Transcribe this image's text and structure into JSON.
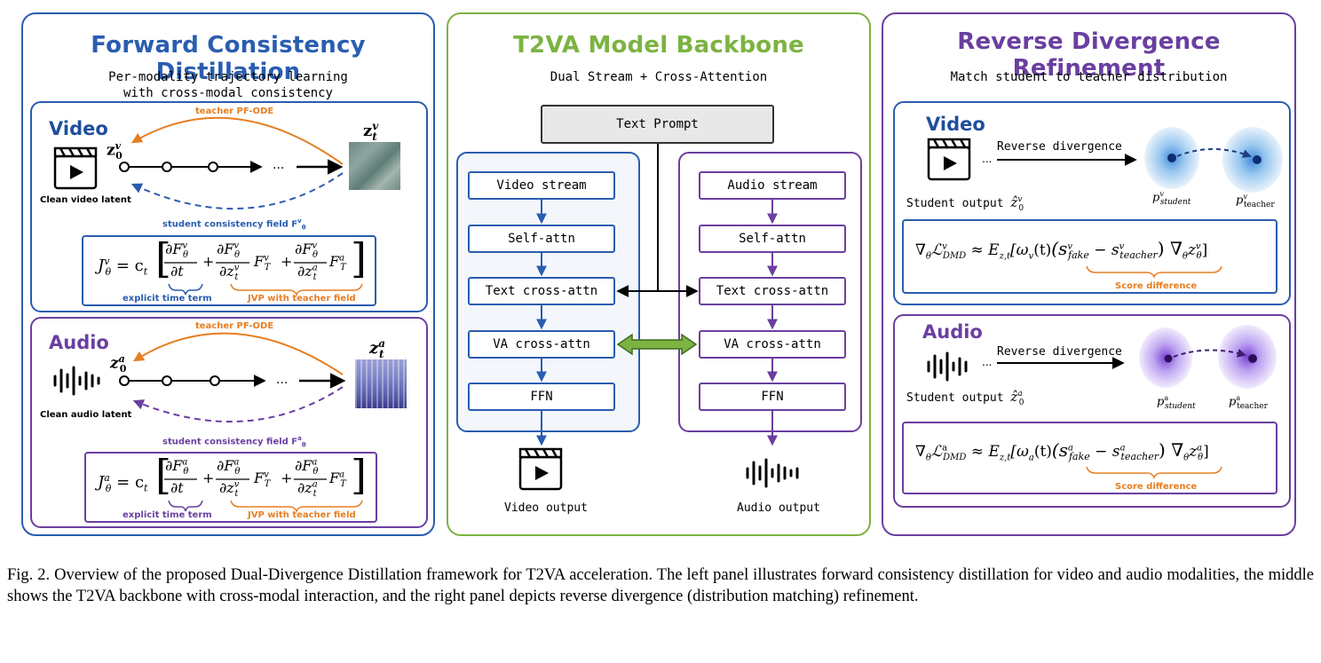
{
  "colors": {
    "blue": "#2a5db0",
    "green": "#7cb342",
    "purple": "#6a3fa0",
    "orange": "#e67e22",
    "dark_blue": "#1f4e9e",
    "arrow_green": "#5b9a2e"
  },
  "left": {
    "title": "Forward Consistency Distillation",
    "subtitle_1": "Per-modality trajectory learning",
    "subtitle_2": "with cross-modal consistency",
    "video": {
      "heading": "Video",
      "teacher_label": "teacher PF-ODE",
      "student_label": "student consistency field F",
      "student_label_sup": "v",
      "student_label_sub": "θ",
      "latent_caption": "Clean video latent",
      "z0": "z",
      "z0_sup": "v",
      "z0_sub": "0",
      "zt": "z",
      "zt_sup": "v",
      "zt_sub": "t",
      "dots": "...",
      "eq_lhs": "J",
      "eq_lhs_sup": "v",
      "eq_lhs_sub": "θ",
      "eq_eq": "= c",
      "eq_ct_sub": "t",
      "eq_num1": "∂F",
      "eq_num1_sup": "v",
      "eq_num1_sub": "θ",
      "eq_den1": "∂t",
      "eq_plus": "+",
      "eq_num2": "∂F",
      "eq_num2_sup": "v",
      "eq_num2_sub": "θ",
      "eq_den2": "∂z",
      "eq_den2_sup": "v",
      "eq_den2_sub": "t",
      "eq_f2": "F",
      "eq_f2_sup": "v",
      "eq_f2_sub": "T",
      "eq_num3": "∂F",
      "eq_num3_sup": "v",
      "eq_num3_sub": "θ",
      "eq_den3": "∂z",
      "eq_den3_sup": "a",
      "eq_den3_sub": "t",
      "eq_f3": "F",
      "eq_f3_sup": "a",
      "eq_f3_sub": "T",
      "brace_1": "explicit time term",
      "brace_2": "JVP with teacher field"
    },
    "audio": {
      "heading": "Audio",
      "teacher_label": "teacher PF-ODE",
      "student_label": "student consistency field F",
      "student_label_sup": "a",
      "student_label_sub": "θ",
      "latent_caption": "Clean audio latent",
      "z0": "z",
      "z0_sup": "a",
      "z0_sub": "0",
      "zt": "z",
      "zt_sup": "a",
      "zt_sub": "t",
      "dots": "...",
      "eq_lhs": "J",
      "eq_lhs_sup": "a",
      "eq_lhs_sub": "θ",
      "eq_eq": "= c",
      "eq_ct_sub": "t",
      "eq_num1": "∂F",
      "eq_num1_sup": "a",
      "eq_num1_sub": "θ",
      "eq_den1": "∂t",
      "eq_plus": "+",
      "eq_num2": "∂F",
      "eq_num2_sup": "a",
      "eq_num2_sub": "θ",
      "eq_den2": "∂z",
      "eq_den2_sup": "v",
      "eq_den2_sub": "t",
      "eq_f2": "F",
      "eq_f2_sup": "v",
      "eq_f2_sub": "T",
      "eq_num3": "∂F",
      "eq_num3_sup": "a",
      "eq_num3_sub": "θ",
      "eq_den3": "∂z",
      "eq_den3_sup": "a",
      "eq_den3_sub": "t",
      "eq_f3": "F",
      "eq_f3_sup": "a",
      "eq_f3_sub": "T",
      "brace_1": "explicit time term",
      "brace_2": "JVP with teacher field"
    }
  },
  "middle": {
    "title": "T2VA Model Backbone",
    "subtitle": "Dual Stream + Cross-Attention",
    "text_prompt": "Text Prompt",
    "video_stream": [
      "Video stream",
      "Self-attn",
      "Text cross-attn",
      "VA cross-attn",
      "FFN"
    ],
    "audio_stream": [
      "Audio stream",
      "Self-attn",
      "Text cross-attn",
      "VA cross-attn",
      "FFN"
    ],
    "video_output": "Video output",
    "audio_output": "Audio output"
  },
  "right": {
    "title": "Reverse Divergence Refinement",
    "subtitle": "Match student to teacher distribution",
    "video": {
      "heading": "Video",
      "dots": "...",
      "arrow_label": "Reverse divergence",
      "student_output": "Student output ",
      "student_sym": "ẑ",
      "student_sym_sup": "v",
      "student_sym_sub": "0",
      "p_student": "p",
      "p_student_sup": "v",
      "p_student_sub": "student",
      "p_teacher": "p",
      "p_teacher_sup": "v",
      "p_teacher_sub": "teacher",
      "eq_grad": "∇",
      "eq_grad_sub": "θ",
      "eq_L": "ℒ",
      "eq_L_sup": "v",
      "eq_L_sub": "DMD",
      "eq_approx": " ≈ E",
      "eq_E_sub": "z,t",
      "eq_open": "[ω",
      "eq_w_sub": "v",
      "eq_t": "(t)",
      "eq_s1": "(s",
      "eq_s1_sup": "v",
      "eq_s1_sub": "fake",
      "eq_minus": " − s",
      "eq_s2_sup": "v",
      "eq_s2_sub": "teacher",
      "eq_close": ") ∇",
      "eq_grad2_sub": "θ",
      "eq_z": "z",
      "eq_z_sup": "v",
      "eq_z_sub": "θ",
      "eq_end": "]",
      "brace": "Score difference"
    },
    "audio": {
      "heading": "Audio",
      "dots": "...",
      "arrow_label": "Reverse divergence",
      "student_output": "Student output ",
      "student_sym": "ẑ",
      "student_sym_sup": "a",
      "student_sym_sub": "0",
      "p_student": "p",
      "p_student_sup": "a",
      "p_student_sub": "student",
      "p_teacher": "p",
      "p_teacher_sup": "a",
      "p_teacher_sub": "teacher",
      "eq_grad": "∇",
      "eq_grad_sub": "θ",
      "eq_L": "ℒ",
      "eq_L_sup": "a",
      "eq_L_sub": "DMD",
      "eq_approx": " ≈ E",
      "eq_E_sub": "z,t",
      "eq_open": "[ω",
      "eq_w_sub": "a",
      "eq_t": "(t)",
      "eq_s1": "(s",
      "eq_s1_sup": "a",
      "eq_s1_sub": "fake",
      "eq_minus": " − s",
      "eq_s2_sup": "a",
      "eq_s2_sub": "teacher",
      "eq_close": ") ∇",
      "eq_grad2_sub": "θ",
      "eq_z": "z",
      "eq_z_sup": "a",
      "eq_z_sub": "θ",
      "eq_end": "]",
      "brace": "Score difference"
    }
  },
  "caption": "Fig. 2.   Overview of the proposed Dual-Divergence Distillation framework for T2VA acceleration. The left panel illustrates forward consistency distillation for video and audio modalities, the middle shows the T2VA backbone with cross-modal interaction, and the right panel depicts reverse divergence (distribution matching) refinement."
}
